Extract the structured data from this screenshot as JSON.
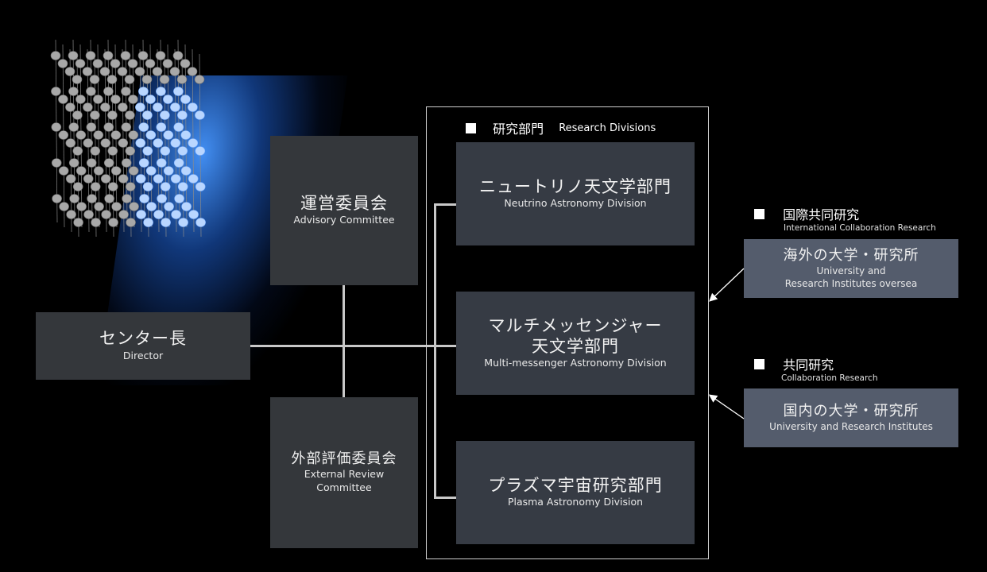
{
  "research_divisions": {
    "title_jp": "研究部門",
    "title_en": "Research Divisions",
    "divisions": [
      {
        "jp": "ニュートリノ天文学部門",
        "en": "Neutrino Astronomy Division"
      },
      {
        "jp": "マルチメッセンジャー",
        "jp2": "天文学部門",
        "en": "Multi-messenger Astronomy Division"
      },
      {
        "jp": "プラズマ宇宙研究部門",
        "en": "Plasma Astronomy Division"
      }
    ]
  },
  "advisory": {
    "jp": "運営委員会",
    "en": "Advisory Committee"
  },
  "director": {
    "jp": "センター長",
    "en": "Director"
  },
  "external_review": {
    "jp": "外部評価委員会",
    "en1": "External Review",
    "en2": "Committee"
  },
  "international": {
    "title_jp": "国際共同研究",
    "title_en": "International Collaboration Research",
    "box_jp": "海外の大学・研究所",
    "box_en1": "University and",
    "box_en2": "Research Institutes oversea"
  },
  "domestic": {
    "title_jp": "共同研究",
    "title_en": "Collaboration Research",
    "box_jp": "国内の大学・研究所",
    "box_en": "University and Research Institutes"
  },
  "colors": {
    "background": "#000000",
    "committee_box": "#34373b",
    "division_box": "#363b44",
    "collab_box": "#545c6c",
    "glow": "#4a96ff"
  }
}
